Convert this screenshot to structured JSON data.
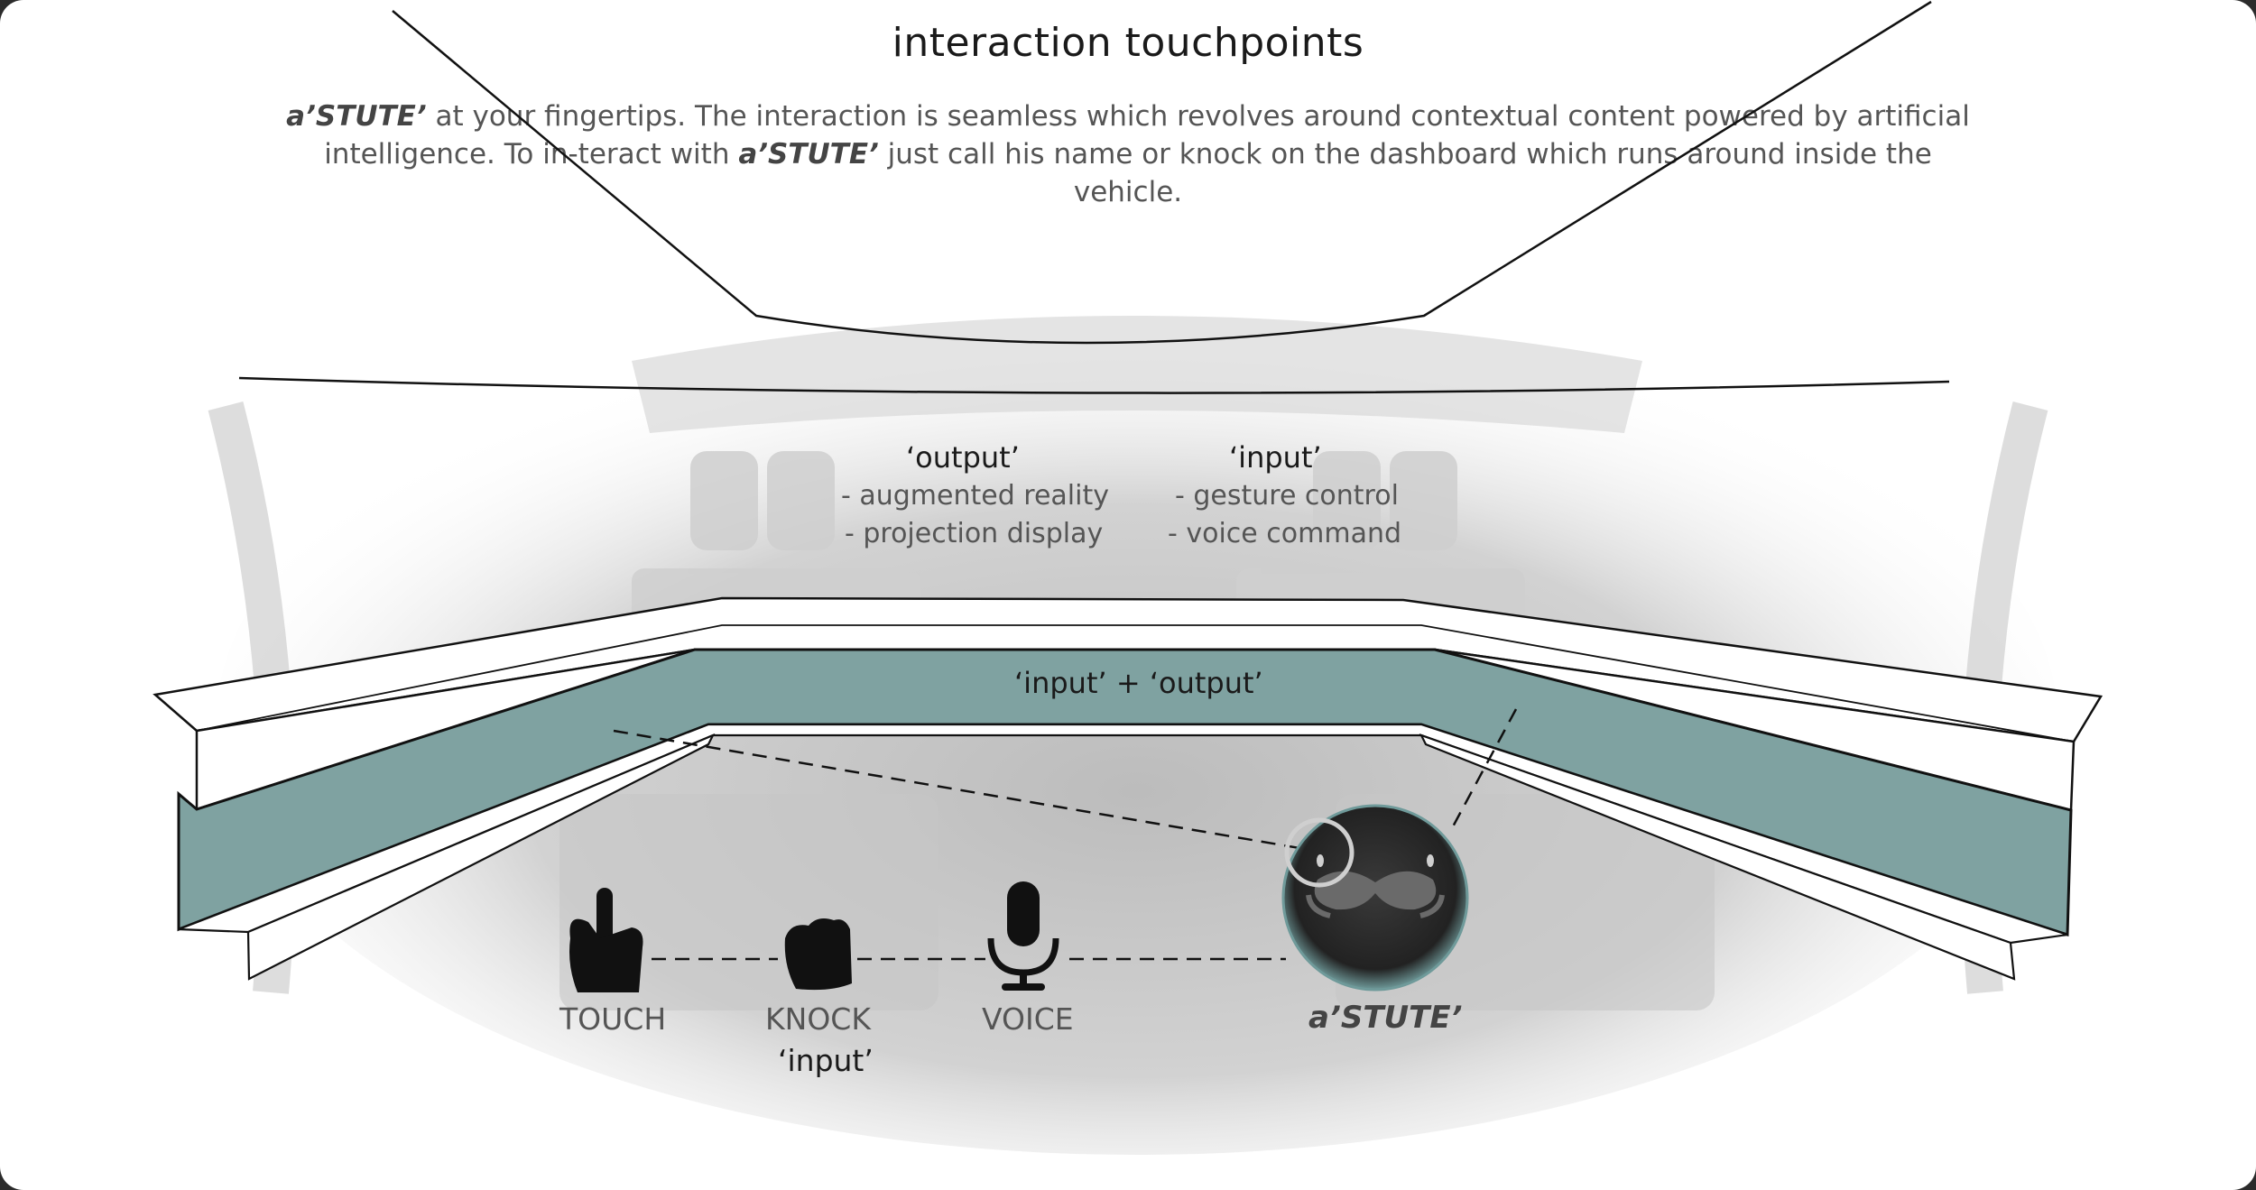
{
  "title": "interaction touchpoints",
  "intro": {
    "brand": "a’STUTE’",
    "part1": " at your fingertips. The interaction is seamless which revolves around contextual content powered by artificial intelligence. To in-teract with ",
    "part2": " just call his name or knock on the dashboard which runs around inside the vehicle."
  },
  "output_block": {
    "heading": "‘output’",
    "items": [
      "- augmented reality",
      "- projection display"
    ]
  },
  "input_block": {
    "heading": "‘input’",
    "items": [
      "- gesture control",
      "- voice command"
    ]
  },
  "band_label": "‘input’ + ‘output’",
  "touchpoints": [
    {
      "label": "TOUCH",
      "icon": "pointing-hand-icon"
    },
    {
      "label": "KNOCK",
      "icon": "fist-icon"
    },
    {
      "label": "VOICE",
      "icon": "microphone-icon"
    }
  ],
  "input_caption": "‘input’",
  "assistant": {
    "name": "a’STUTE’",
    "icon": "mustache-orb-icon"
  },
  "colors": {
    "band": "#7fa2a1",
    "background": "#ffffff",
    "frame": "#2b2b2b"
  }
}
